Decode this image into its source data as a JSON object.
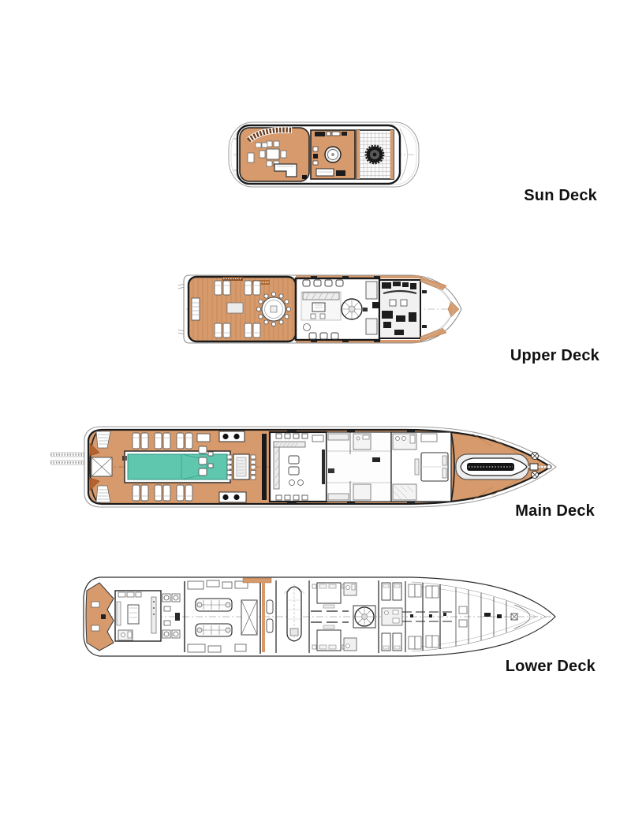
{
  "figure": {
    "type": "yacht-deck-plans",
    "background": "#ffffff"
  },
  "colors": {
    "teak_deck": "#d69a6c",
    "teak_plank_line": "#c1854f",
    "pool_water": "#5fc7ae",
    "pool_water_edge": "#2f9681",
    "accent_wedge": "#b4622e",
    "outline_dark": "#1b1b1b",
    "hull_line": "#8f8f8f",
    "label_text": "#111111"
  },
  "decks": [
    {
      "id": "sun-deck",
      "label": "Sun Deck",
      "features": [
        "curved-sofa",
        "dining-table",
        "bar-counter",
        "jacuzzi",
        "sunpad-grid",
        "mast-base"
      ]
    },
    {
      "id": "upper-deck",
      "label": "Upper Deck",
      "features": [
        "sun-loungers",
        "round-dining-table",
        "sky-lounge",
        "spiral-staircase",
        "wheelhouse",
        "foredeck"
      ]
    },
    {
      "id": "main-deck",
      "label": "Main Deck",
      "features": [
        "swim-platform",
        "pool",
        "sun-loungers",
        "al-fresco-dining",
        "salon",
        "spiral-staircase",
        "owner-suite",
        "tender-well",
        "anchor-windlass"
      ]
    },
    {
      "id": "lower-deck",
      "label": "Lower Deck",
      "features": [
        "beach-club",
        "engine-room",
        "tender-garage",
        "guest-cabins",
        "spiral-staircase",
        "crew-quarters"
      ]
    }
  ]
}
